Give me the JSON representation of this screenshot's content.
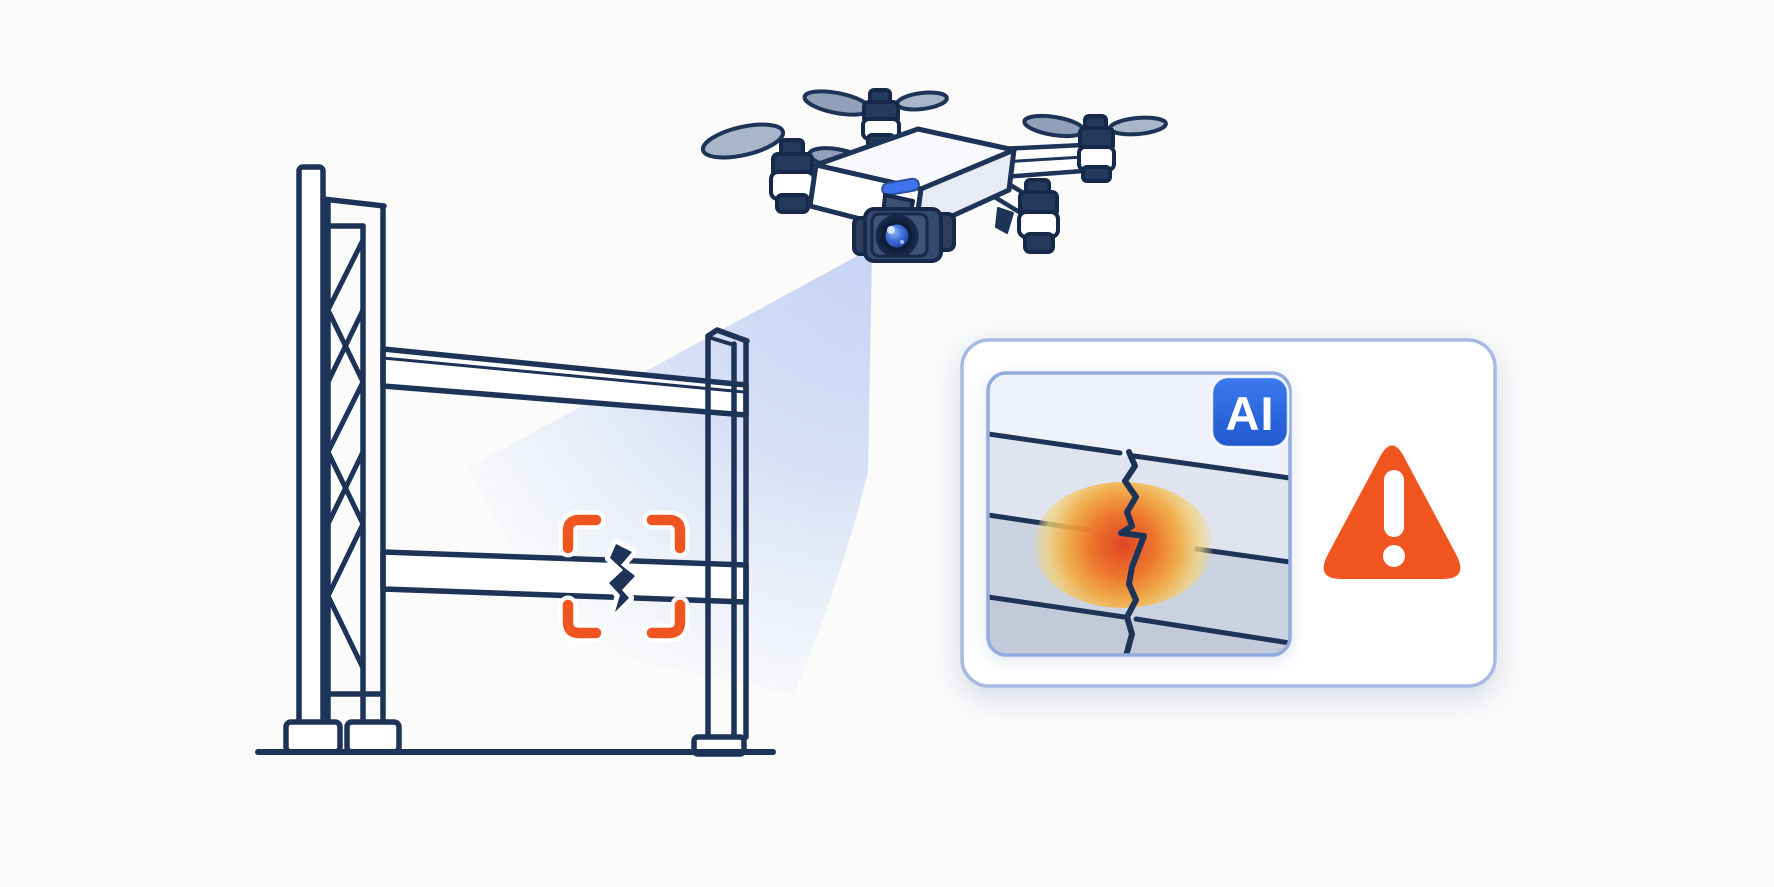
{
  "detection_card": {
    "ai_badge_label": "AI",
    "warning_icon": "triangle-exclamation"
  },
  "icons": {
    "drone": "quadcopter-inspection-drone",
    "camera_beam": "scan-light-cone",
    "focus_frame": "orange-corner-brackets",
    "crack_marker": "lightning-crack",
    "ai_badge": "ai-chip-badge",
    "warning": "warning-triangle"
  },
  "colors": {
    "background": "#fbfbfa",
    "line_navy": "#1d3458",
    "line_navy_dark": "#16294a",
    "fill_white": "#ffffff",
    "accent_orange": "#f1551f",
    "cone_blue": "#b9c9f2",
    "cone_blue_mid": "#cdd9f6",
    "card_border": "#a6bae3",
    "thumb_border": "#93ace0",
    "badge_blue_top": "#3b79ef",
    "badge_blue_bottom": "#2158ce",
    "led_blue": "#3f74ee",
    "heat_core": "#df4526",
    "heat_mid": "#ee7227",
    "heat_outer": "#f3a93c",
    "heat_halo": "#f2d47f",
    "band_top": "#eef1f8",
    "band_2": "#dfe4ee",
    "band_3": "#ccd3e0",
    "band_4": "#c2c9d8",
    "prop_gray": "#a8b6ca",
    "prop_gray_dark": "#8fa0b8",
    "pod_navy": "#24395c",
    "camera_body": "#334a6d",
    "body_side": "#e7ebf3",
    "body_top": "#f7f9fc"
  }
}
